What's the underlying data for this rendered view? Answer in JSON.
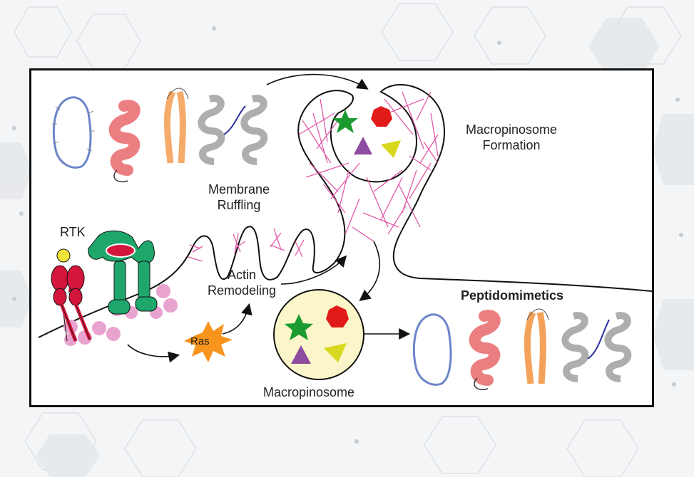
{
  "labels": {
    "rtk": "RTK",
    "ras": "Ras",
    "membrane_ruffling_1": "Membrane",
    "membrane_ruffling_2": "Ruffling",
    "actin_remodeling_1": "Actin",
    "actin_remodeling_2": "Remodeling",
    "macropinosome_formation_1": "Macropinosome",
    "macropinosome_formation_2": "Formation",
    "macropinosome": "Macropinosome",
    "peptidomimetics": "Peptidomimetics"
  },
  "colors": {
    "membrane": "#111111",
    "actin": "#e25aa8",
    "rtk_red": "#d4163c",
    "rtk_green": "#1ea66b",
    "ligand": "#f2e43b",
    "lipid": "#e9a3cf",
    "ras": "#f7941d",
    "vesicle_fill": "#fbf6c9",
    "star": "#1b9a2f",
    "heptagon": "#e11a1a",
    "triangle_purple": "#8e4ca0",
    "triangle_yellow": "#d8d81e",
    "peptide_blue": "#6b86c8",
    "peptide_red": "#e8676a",
    "peptide_orange": "#f4a25a",
    "peptide_gray": "#8c8c8c"
  },
  "icons": [
    "star-icon",
    "heptagon-icon",
    "triangle-icon",
    "peptide-structure-icon"
  ]
}
